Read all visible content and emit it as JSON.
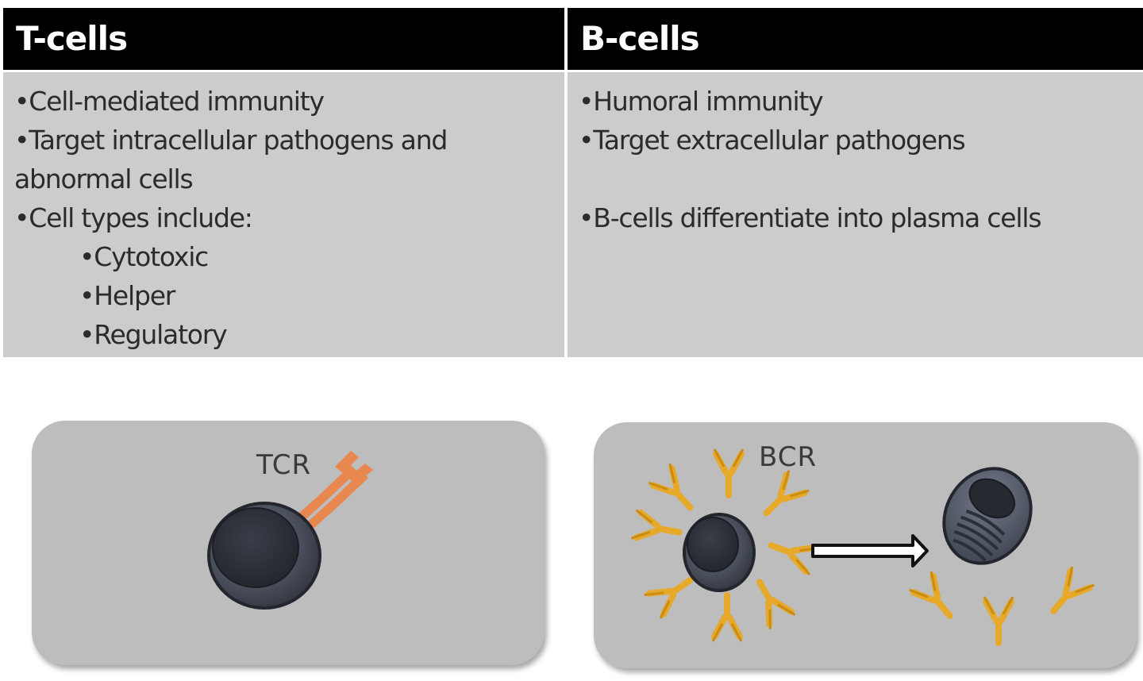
{
  "table": {
    "t_cells": {
      "header": "T-cells",
      "lines": [
        "•Cell-mediated immunity",
        "•Target intracellular pathogens and",
        "abnormal cells",
        "•Cell types include:",
        "•Cytotoxic",
        "•Helper",
        "•Regulatory"
      ]
    },
    "b_cells": {
      "header": "B-cells",
      "lines": [
        "•Humoral immunity",
        "•Target extracellular pathogens",
        "",
        "•B-cells differentiate into plasma cells"
      ]
    }
  },
  "diagrams": {
    "t_cell": {
      "receptor_label": "TCR",
      "receptor_color": "#e8874e"
    },
    "b_cell": {
      "receptor_label": "BCR",
      "antibody_color": "#e7a92a"
    }
  },
  "colors": {
    "header_bg": "#000000",
    "header_text": "#ffffff",
    "body_bg": "#cccccc",
    "panel_bg": "#bdbdbd",
    "cell_fill": "#4a4f5c"
  }
}
